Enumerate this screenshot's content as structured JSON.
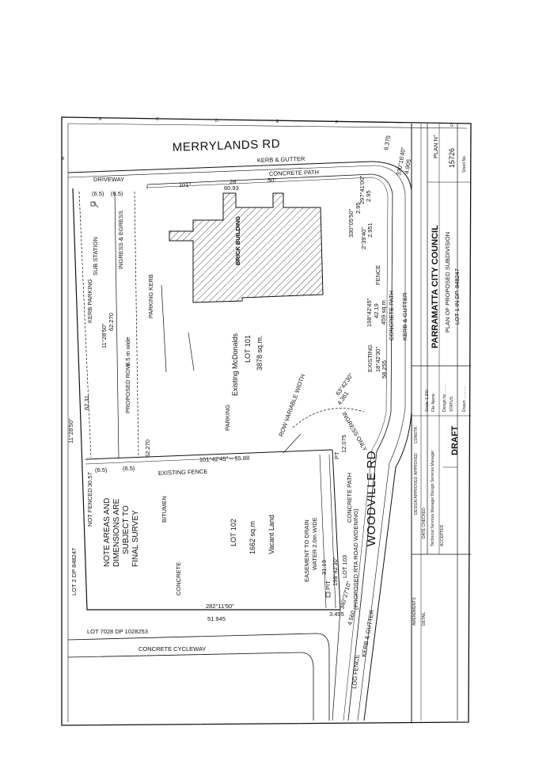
{
  "roads": {
    "merrylands": "MERRYLANDS RD",
    "woodville": "WOODVILLE RD"
  },
  "top_edge": {
    "kerb_gutter": "KERB & GUTTER",
    "driveway": "DRIVEWAY",
    "concrete_path": "CONCRETE PATH",
    "bearing_101": "101°",
    "bearing_28": "28'",
    "bearing_50": "50\"",
    "dist_6093": "60.93",
    "dist_6375": "6.375",
    "bearing_330_40": "330°16'40\"",
    "dist_4905": "4.905"
  },
  "corner": {
    "b1": "297°41'00\"",
    "d1": "2.95",
    "b2": "330°05'50\"",
    "d2": "2.95",
    "b3": "2°39'40\"",
    "d3": "2.951"
  },
  "lot101": {
    "sub_station": "SUB STATION",
    "ingress_egress": "INGRESS & EGRESS",
    "brick_building": "BRICK BUILDING",
    "kerb_parking": "KERB PARKING",
    "bearing_left": "11°28'50\"",
    "dist_62270": "62.270",
    "proposed_row": "PROPOSED ROW",
    "row_width": "6.5 m wide",
    "parking_kerb": "PARKING KERB",
    "existing": "Existing McDonalds",
    "lot": "LOT 101",
    "area": "3878 sq.m.",
    "parking": "PARKING",
    "row_variable": "ROW VARIABLE WIDTH",
    "dist_6231": "62.31",
    "dist_62270b": "62.270",
    "p65a": "(6.5)",
    "p65b": "(6.5)",
    "p65c": "(6.5)",
    "p65d": "(6.5)"
  },
  "right_strip": {
    "fence": "FENCE",
    "b_198": "198°42'45\"",
    "d_4219": "42.19",
    "area_459": "459 sq.m",
    "existing": "EXISTING",
    "b_1842": "18°42'30\"",
    "d_58": "58.255",
    "concrete_path": "CONCRETE PATH",
    "kerb_gutter": "KERB & GUTTER",
    "b_63": "63°42'30\"",
    "d_4361": "4.361",
    "ingress_only": "INGRESS ONLY"
  },
  "boundary": {
    "left_bearing": "11°28'50\"",
    "mid_bearing": "101°42'45\" – 55.88",
    "existing_fence": "EXISTING FENCE",
    "p65a": "(6.5)",
    "p65b": "(6.5)",
    "pt": "PT",
    "d_12075": "12.075"
  },
  "lot102": {
    "lot2": "LOT 2 DP 848247",
    "not_fenced": "NOT FENCED",
    "d_3057": "30.57",
    "note": [
      "NOTE AREAS AND",
      "DIMENSIONS ARE",
      "SUBJECT TO",
      "FINAL SURVEY"
    ],
    "bitumen": "BITUMEN",
    "concrete": "CONCRETE",
    "lot": "LOT 102",
    "area": "1662 sq.m",
    "vacant": "Vacant Land",
    "easement": [
      "EASEMENT TO DRAIN",
      "WATER 2.0m WIDE"
    ],
    "d_3113": "31.13",
    "b_1984": "198°42'30\"",
    "concrete_path": "CONCRETE PATH",
    "lot103": "LOT 103",
    "rta": "(PROPOSED RTA ROAD WIDENING)",
    "pit": "PIT",
    "bottom_bearing": "282°11'50\"",
    "d_51945": "51.945",
    "d_3495": "3.495",
    "b_340": "340°27'10\"",
    "d_4560": "4.560",
    "kerb_gutter": "KERB & GUTTER",
    "log_fence": "LOG FENCE"
  },
  "bottom": {
    "lot7028": "LOT 7028  DP 1028253",
    "cycleway": "CONCRETE CYCLEWAY"
  },
  "title_block": {
    "council": "PARRAMATTA CITY COUNCIL",
    "plan_no_label": "PLAN N°",
    "plan_no": "15726",
    "sheet": "Sheet No",
    "title": "PLAN OF PROPOSED SUBDIVISION",
    "lot_line": "LOT 1  IN  DP. 848247",
    "scale": "Scale:   1:200",
    "file_name": "File Name:",
    "design_by": "Design by ........",
    "status": "STATUS:",
    "drawn": "Drawn ............",
    "draft": "DRAFT",
    "constr": "CONSTR.",
    "approved": "APPROVED",
    "design_approved": "DESIGN APPROVED",
    "date_checked": "DATE  CHECKED",
    "services_mgr": "Technical Services Manager  Design Services Manager",
    "accepted": "ACCEPTED",
    "amendments": "AMENDMENTS",
    "detail": "DETAIL"
  },
  "margin_letters": [
    "A",
    "B",
    "C",
    "D",
    "E",
    "F",
    "G"
  ]
}
